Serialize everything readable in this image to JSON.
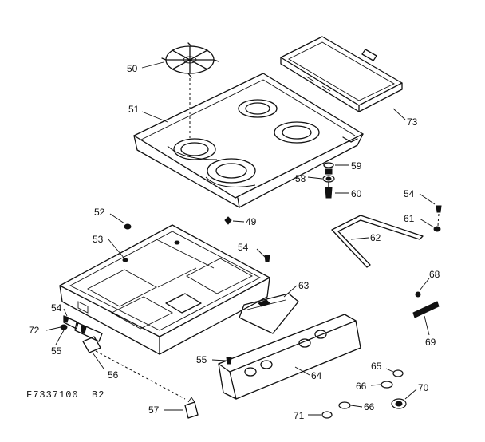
{
  "diagram": {
    "code": "F7337100  B2",
    "labels": [
      "50",
      "51",
      "73",
      "59",
      "58",
      "60",
      "52",
      "49",
      "54",
      "61",
      "62",
      "53",
      "54",
      "63",
      "68",
      "54",
      "72",
      "55",
      "56",
      "55",
      "64",
      "65",
      "66",
      "70",
      "66",
      "69",
      "57",
      "71"
    ]
  }
}
